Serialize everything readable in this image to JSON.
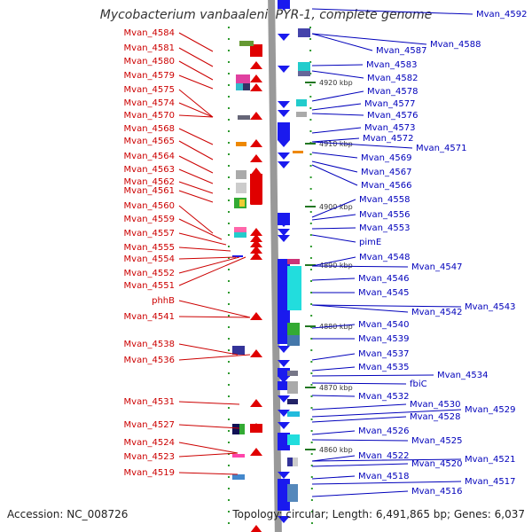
{
  "title": "Mycobacterium vanbaalenii PYR-1, complete genome",
  "footer": {
    "accession": "Accession: NC_008726",
    "topology": "Topology: circular; Length: 6,491,865 bp; Genes: 6,037"
  },
  "colors": {
    "forward": "#e00000",
    "reverse": "#1a1aee",
    "backbone": "#999999",
    "label_forward": "#cc0000",
    "label_reverse": "#0000bb"
  },
  "kbp_ticks": [
    "4920 kbp",
    "4910 kbp",
    "4900 kbp",
    "4890 kbp",
    "4880 kbp",
    "4870 kbp",
    "4860 kbp"
  ],
  "forward_labels": [
    "Mvan_4584",
    "Mvan_4581",
    "Mvan_4580",
    "Mvan_4579",
    "Mvan_4575",
    "Mvan_4574",
    "Mvan_4570",
    "Mvan_4568",
    "Mvan_4565",
    "Mvan_4564",
    "Mvan_4563",
    "Mvan_4562",
    "Mvan_4561",
    "Mvan_4560",
    "Mvan_4559",
    "Mvan_4557",
    "Mvan_4555",
    "Mvan_4554",
    "Mvan_4552",
    "Mvan_4551",
    "phhB",
    "Mvan_4541",
    "Mvan_4538",
    "Mvan_4536",
    "Mvan_4531",
    "Mvan_4527",
    "Mvan_4524",
    "Mvan_4523",
    "Mvan_4519"
  ],
  "reverse_labels": [
    "Mvan_4592",
    "Mvan_4588",
    "Mvan_4587",
    "Mvan_4583",
    "Mvan_4582",
    "Mvan_4578",
    "Mvan_4577",
    "Mvan_4576",
    "Mvan_4573",
    "Mvan_4572",
    "Mvan_4571",
    "Mvan_4569",
    "Mvan_4567",
    "Mvan_4566",
    "Mvan_4558",
    "Mvan_4556",
    "Mvan_4553",
    "pimE",
    "Mvan_4548",
    "Mvan_4547",
    "Mvan_4546",
    "Mvan_4545",
    "Mvan_4543",
    "Mvan_4542",
    "Mvan_4540",
    "Mvan_4539",
    "Mvan_4537",
    "Mvan_4535",
    "Mvan_4534",
    "fbiC",
    "Mvan_4532",
    "Mvan_4530",
    "Mvan_4529",
    "Mvan_4528",
    "Mvan_4526",
    "Mvan_4525",
    "Mvan_4522",
    "Mvan_4521",
    "Mvan_4520",
    "Mvan_4518",
    "Mvan_4517",
    "Mvan_4516"
  ]
}
